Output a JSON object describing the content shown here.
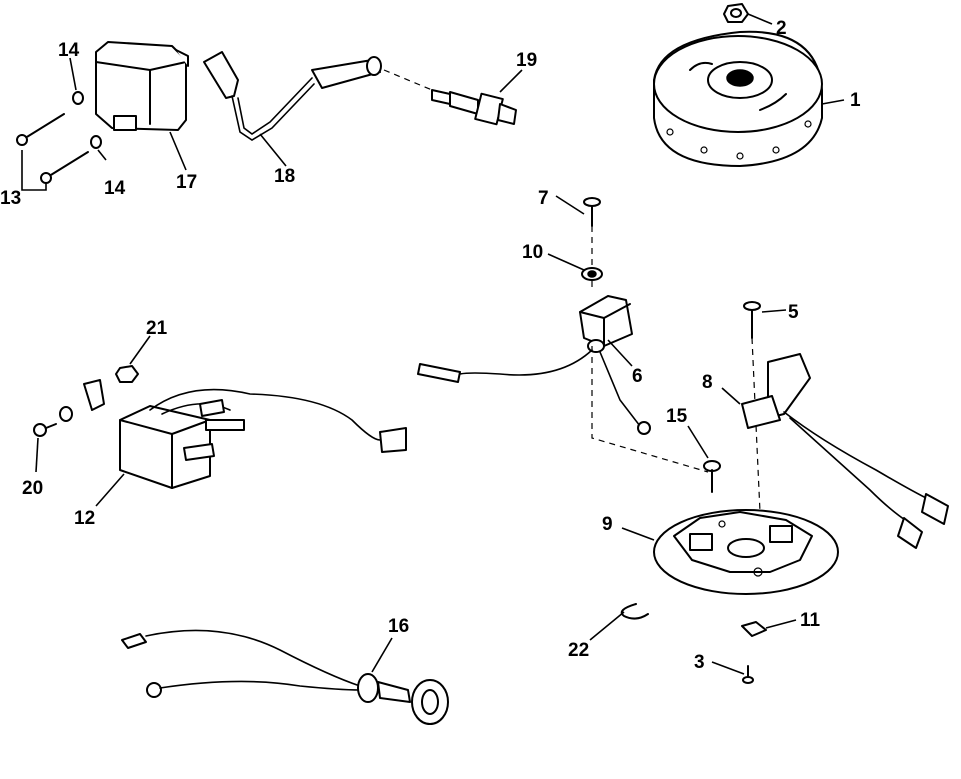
{
  "callouts": {
    "c1": "1",
    "c2": "2",
    "c3": "3",
    "c5": "5",
    "c6": "6",
    "c7": "7",
    "c8": "8",
    "c9": "9",
    "c10": "10",
    "c11": "11",
    "c12": "12",
    "c13": "13",
    "c14a": "14",
    "c14b": "14",
    "c15": "15",
    "c16": "16",
    "c17": "17",
    "c18": "18",
    "c19": "19",
    "c20": "20",
    "c21": "21",
    "c22": "22"
  }
}
